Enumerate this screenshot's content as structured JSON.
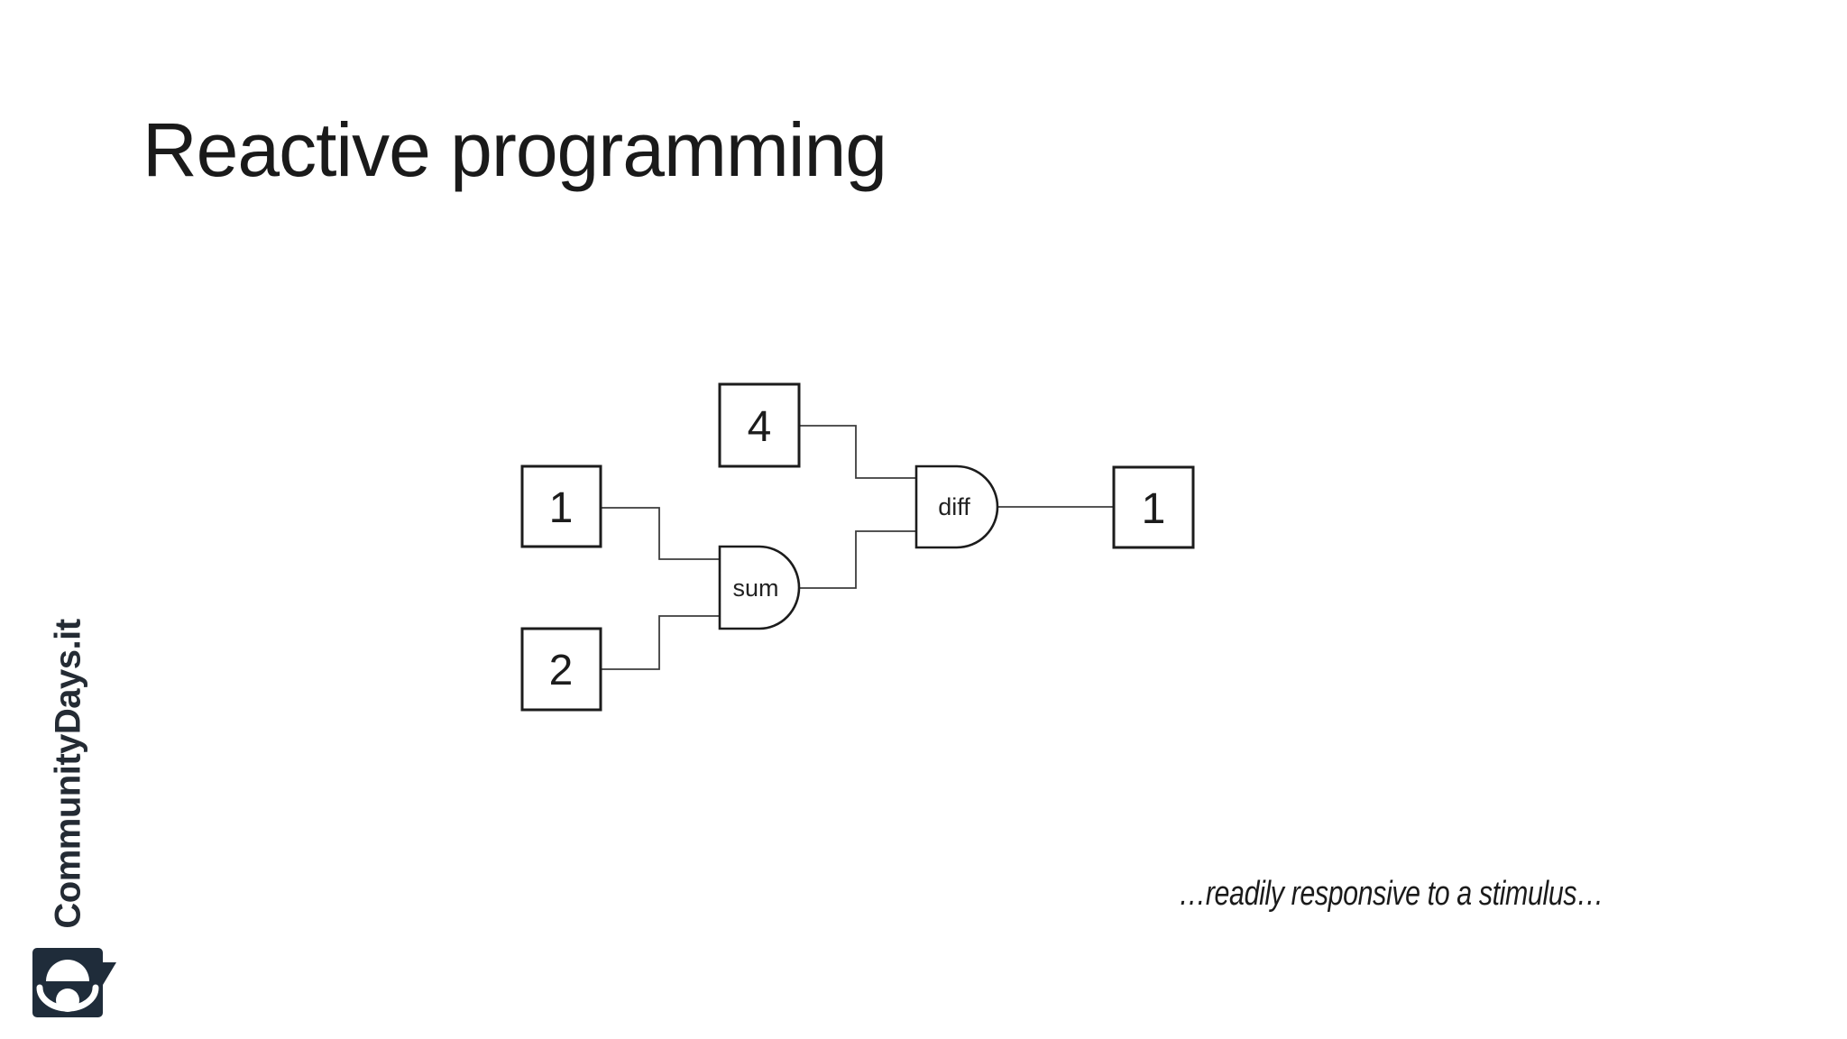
{
  "slide": {
    "title": "Reactive programming",
    "quote": "…readily responsive to a stimulus…"
  },
  "branding": {
    "name": "CommunityDays.it",
    "logo_icon": "speech-bubble-with-person",
    "logo_color": "#1f2c3a"
  },
  "diagram": {
    "type": "dataflow-diagram",
    "sources": {
      "top": {
        "value": "4"
      },
      "left_upper": {
        "value": "1"
      },
      "left_lower": {
        "value": "2"
      }
    },
    "operators": {
      "sum": {
        "label": "sum",
        "inputs": [
          "1",
          "2"
        ]
      },
      "diff": {
        "label": "diff",
        "inputs": [
          "4",
          "sum"
        ]
      }
    },
    "result": {
      "value": "1"
    }
  },
  "colors": {
    "background": "#ffffff",
    "ink": "#1c1c1c",
    "connector": "#3d3d3d",
    "logo": "#1f2c3a"
  }
}
